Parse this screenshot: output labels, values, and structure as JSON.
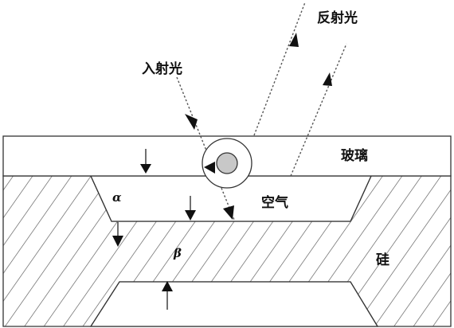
{
  "labels": {
    "incident": "入射光",
    "reflected": "反射光",
    "glass": "玻璃",
    "air": "空气",
    "silicon": "硅",
    "alpha": "α",
    "beta": "β"
  },
  "colors": {
    "hatch": "#555555",
    "outline": "#333333",
    "spot": "#c8c8c8"
  }
}
